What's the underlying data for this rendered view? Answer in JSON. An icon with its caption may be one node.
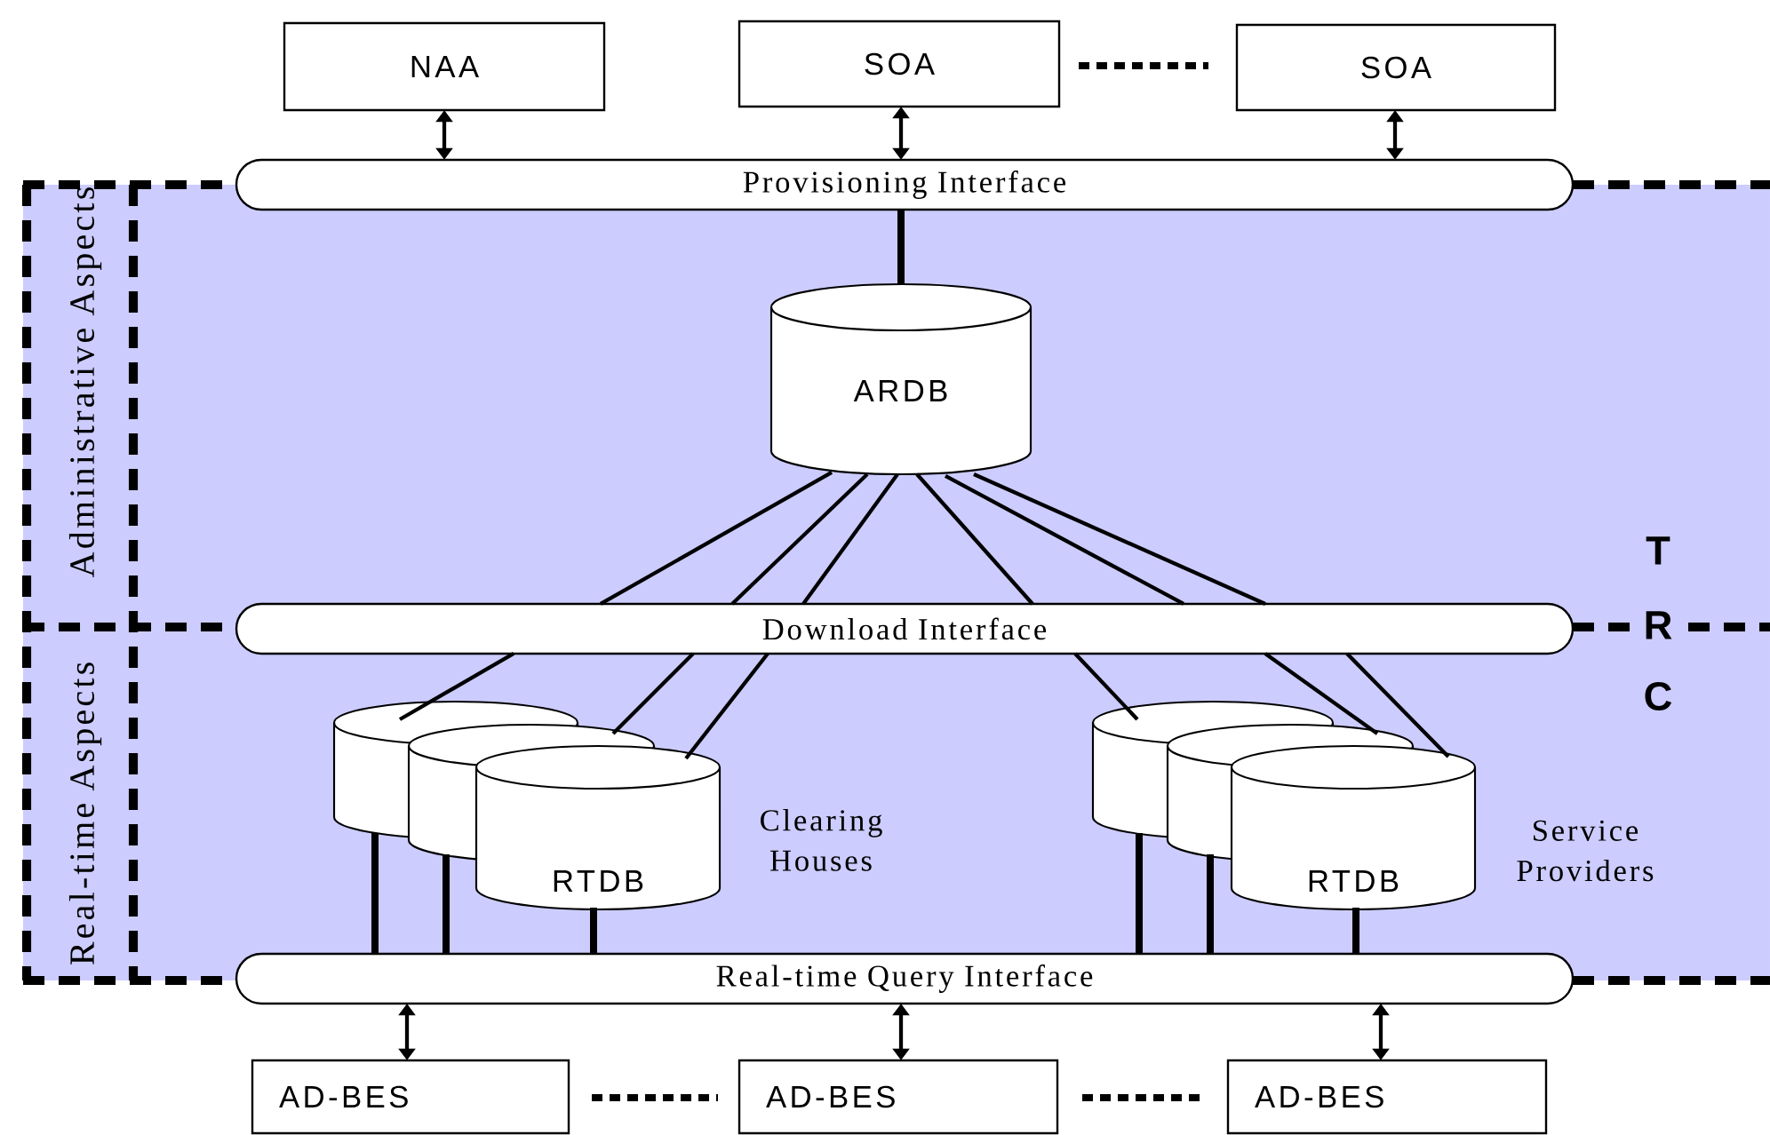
{
  "diagram": {
    "nodes": [
      {
        "text": [
          "NAA"
        ]
      },
      {
        "text": [
          "SOA"
        ]
      },
      {
        "text": [
          "SOA"
        ]
      },
      {
        "text": [
          "Provisioning Interface"
        ]
      },
      {
        "text": [
          "ARDB"
        ]
      },
      {
        "text": [
          "Download Interface"
        ]
      },
      {
        "text": [],
        "shape": "cylinder"
      },
      {
        "text": [],
        "shape": "cylinder"
      },
      {
        "text": [
          "RTDB"
        ],
        "beside": [
          "Clearing Houses"
        ]
      },
      {
        "text": [],
        "shape": "cylinder"
      },
      {
        "text": [],
        "shape": "cylinder"
      },
      {
        "text": [
          "RTDB"
        ],
        "beside": [
          "Service Providers"
        ]
      },
      {
        "text": [
          "Real-time Query Interface"
        ]
      },
      {
        "text": [
          "AD-BES"
        ]
      },
      {
        "text": [
          "AD-BES"
        ]
      },
      {
        "text": [
          "AD-BES"
        ]
      }
    ],
    "edges": [
      {
        "from": 0,
        "to": 3,
        "arrow": "both"
      },
      {
        "from": 1,
        "to": 3,
        "arrow": "both"
      },
      {
        "from": 2,
        "to": 3,
        "arrow": "both"
      },
      {
        "from": 1,
        "to": 2,
        "arrow": "none",
        "style": "dashed"
      },
      {
        "from": 3,
        "to": 4,
        "arrow": "none",
        "style": "thick"
      },
      {
        "from": 4,
        "to": 5,
        "arrow": "none"
      },
      {
        "from": 4,
        "to": 5,
        "arrow": "none"
      },
      {
        "from": 4,
        "to": 5,
        "arrow": "none"
      },
      {
        "from": 4,
        "to": 5,
        "arrow": "none"
      },
      {
        "from": 4,
        "to": 5,
        "arrow": "none"
      },
      {
        "from": 4,
        "to": 5,
        "arrow": "none"
      },
      {
        "from": 5,
        "to": 6,
        "arrow": "none"
      },
      {
        "from": 5,
        "to": 7,
        "arrow": "none"
      },
      {
        "from": 5,
        "to": 8,
        "arrow": "none"
      },
      {
        "from": 5,
        "to": 9,
        "arrow": "none"
      },
      {
        "from": 5,
        "to": 10,
        "arrow": "none"
      },
      {
        "from": 5,
        "to": 11,
        "arrow": "none"
      },
      {
        "from": 6,
        "to": 12,
        "arrow": "none",
        "style": "thick"
      },
      {
        "from": 7,
        "to": 12,
        "arrow": "none",
        "style": "thick"
      },
      {
        "from": 8,
        "to": 12,
        "arrow": "none",
        "style": "thick"
      },
      {
        "from": 9,
        "to": 12,
        "arrow": "none",
        "style": "thick"
      },
      {
        "from": 10,
        "to": 12,
        "arrow": "none",
        "style": "thick"
      },
      {
        "from": 11,
        "to": 12,
        "arrow": "none",
        "style": "thick"
      },
      {
        "from": 12,
        "to": 13,
        "arrow": "both"
      },
      {
        "from": 12,
        "to": 14,
        "arrow": "both"
      },
      {
        "from": 12,
        "to": 15,
        "arrow": "both"
      },
      {
        "from": 13,
        "to": 14,
        "arrow": "none",
        "style": "dashed"
      },
      {
        "from": 14,
        "to": 15,
        "arrow": "none",
        "style": "dashed"
      }
    ],
    "labels": [
      "Administrative Aspects",
      "Real-time Aspects",
      "T",
      "R",
      "C"
    ]
  }
}
